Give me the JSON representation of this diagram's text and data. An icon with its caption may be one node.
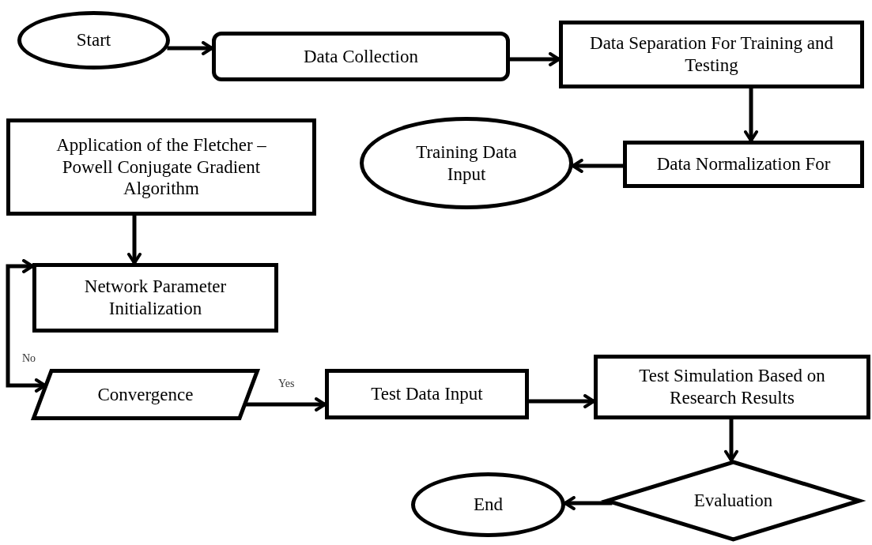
{
  "diagram": {
    "nodes": [
      {
        "text": [
          "Start"
        ]
      },
      {
        "text": [
          "Data Collection"
        ]
      },
      {
        "text": [
          "Data Separation For Training and Testing"
        ]
      },
      {
        "text": [
          "Training Data Input"
        ]
      },
      {
        "text": [
          "Data Normalization For"
        ]
      },
      {
        "text": [
          "Application of the Fletcher – Powell Conjugate Gradient Algorithm"
        ]
      },
      {
        "text": [
          "Network Parameter Initialization"
        ]
      },
      {
        "text": [
          "Convergence"
        ]
      },
      {
        "text": [
          "Test Data Input"
        ]
      },
      {
        "text": [
          "Test Simulation Based on Research Results"
        ]
      },
      {
        "text": [
          "Evaluation"
        ]
      },
      {
        "text": [
          "End"
        ]
      }
    ],
    "edges": [
      {
        "from": 0,
        "to": 1,
        "arrow": "to"
      },
      {
        "from": 1,
        "to": 2,
        "arrow": "to"
      },
      {
        "from": 2,
        "to": 4,
        "arrow": "to"
      },
      {
        "from": 4,
        "to": 3,
        "arrow": "to"
      },
      {
        "from": 5,
        "to": 6,
        "arrow": "to"
      },
      {
        "from": 7,
        "to": 6,
        "arrow": "both",
        "label": "No"
      },
      {
        "from": 7,
        "to": 8,
        "arrow": "to",
        "label": "Yes"
      },
      {
        "from": 8,
        "to": 9,
        "arrow": "to"
      },
      {
        "from": 9,
        "to": 10,
        "arrow": "to"
      },
      {
        "from": 10,
        "to": 11,
        "arrow": "to"
      }
    ]
  }
}
